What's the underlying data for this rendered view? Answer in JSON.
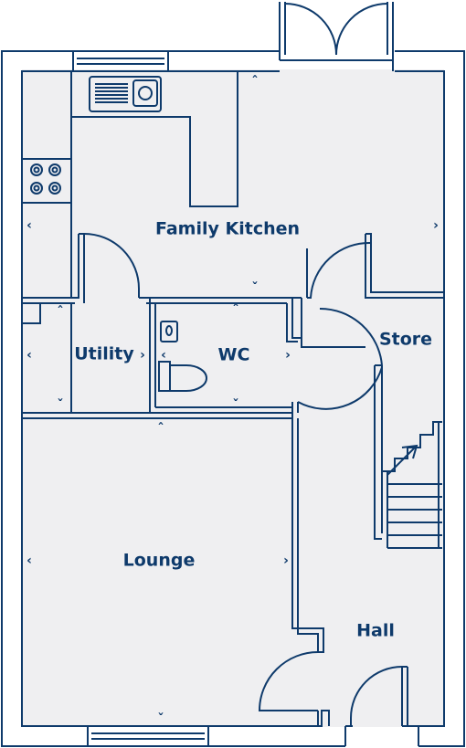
{
  "colors": {
    "wall": "#0e3a6b",
    "floor": "#efeff1",
    "background": "#ffffff"
  },
  "rooms": [
    {
      "id": "family-kitchen",
      "label": "Family Kitchen"
    },
    {
      "id": "utility",
      "label": "Utility"
    },
    {
      "id": "wc",
      "label": "WC"
    },
    {
      "id": "store",
      "label": "Store"
    },
    {
      "id": "lounge",
      "label": "Lounge"
    },
    {
      "id": "hall",
      "label": "Hall"
    }
  ],
  "markers": {
    "left": "‹",
    "right": "›",
    "up": "ˆ",
    "down": "ˇ"
  },
  "icons": [
    "sink-icon",
    "hob-icon",
    "basin-icon",
    "toilet-icon",
    "stairs-icon",
    "door-swing-icon"
  ]
}
